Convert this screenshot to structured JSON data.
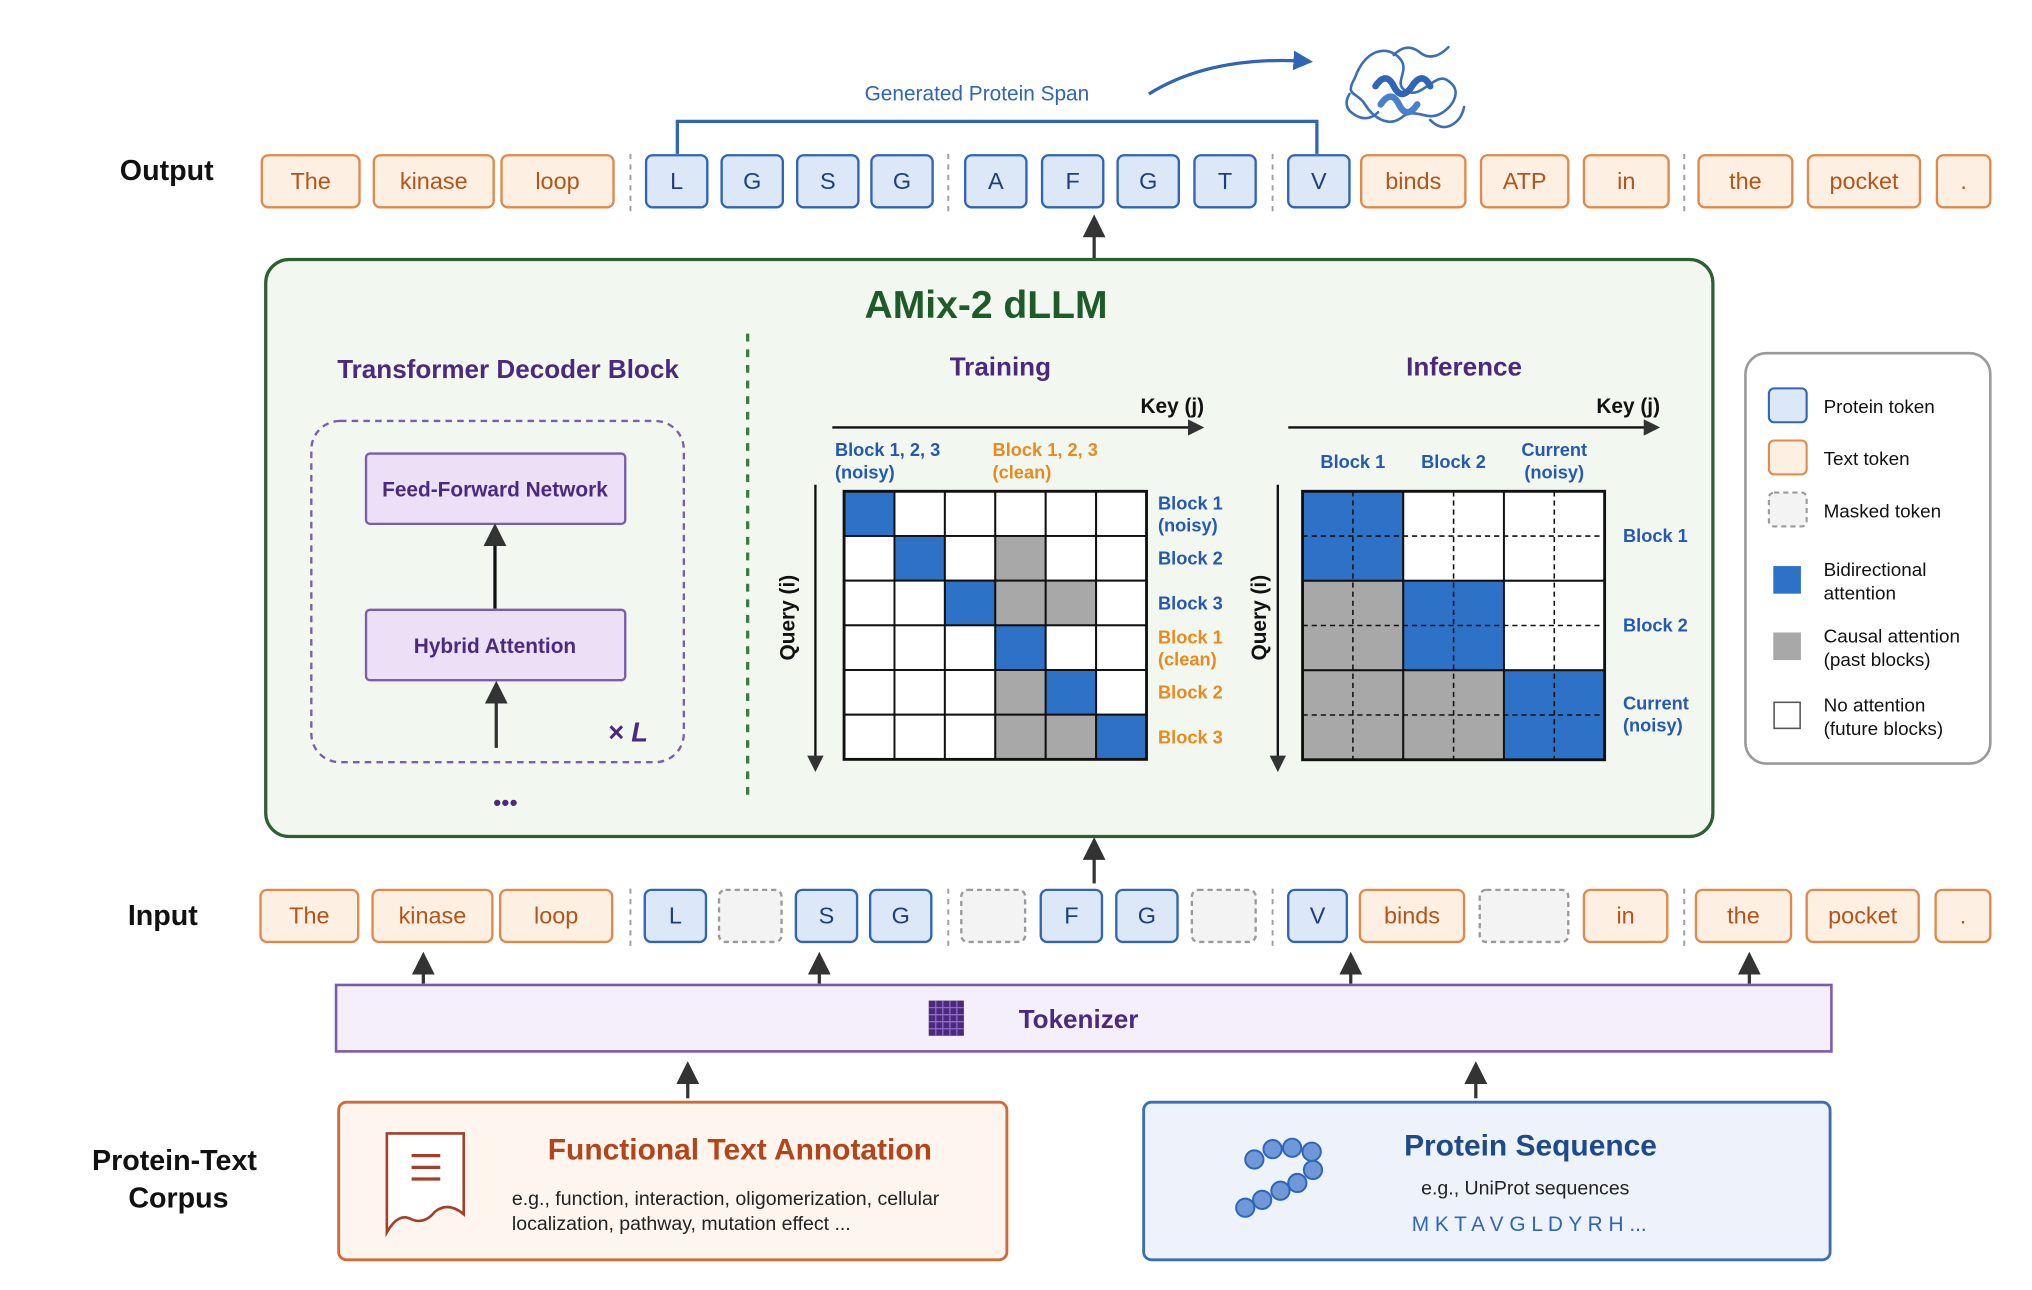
{
  "output_label": "Output",
  "input_label": "Input",
  "corpus_label": [
    "Protein-Text",
    "Corpus"
  ],
  "generated_span_label": "Generated Protein Span",
  "output_tokens": [
    {
      "text": "The",
      "kind": "text"
    },
    {
      "text": "kinase",
      "kind": "text"
    },
    {
      "text": "loop",
      "kind": "text"
    },
    {
      "text": "L",
      "kind": "protein"
    },
    {
      "text": "G",
      "kind": "protein"
    },
    {
      "text": "S",
      "kind": "protein"
    },
    {
      "text": "G",
      "kind": "protein"
    },
    {
      "text": "A",
      "kind": "protein"
    },
    {
      "text": "F",
      "kind": "protein"
    },
    {
      "text": "G",
      "kind": "protein"
    },
    {
      "text": "T",
      "kind": "protein"
    },
    {
      "text": "V",
      "kind": "protein"
    },
    {
      "text": "binds",
      "kind": "text"
    },
    {
      "text": "ATP",
      "kind": "text"
    },
    {
      "text": "in",
      "kind": "text"
    },
    {
      "text": "the",
      "kind": "text"
    },
    {
      "text": "pocket",
      "kind": "text"
    },
    {
      "text": ".",
      "kind": "text"
    }
  ],
  "input_tokens": [
    {
      "text": "The",
      "kind": "text"
    },
    {
      "text": "kinase",
      "kind": "text"
    },
    {
      "text": "loop",
      "kind": "text"
    },
    {
      "text": "L",
      "kind": "protein"
    },
    {
      "text": "",
      "kind": "masked"
    },
    {
      "text": "S",
      "kind": "protein"
    },
    {
      "text": "G",
      "kind": "protein"
    },
    {
      "text": "",
      "kind": "masked"
    },
    {
      "text": "F",
      "kind": "protein"
    },
    {
      "text": "G",
      "kind": "protein"
    },
    {
      "text": "",
      "kind": "masked"
    },
    {
      "text": "V",
      "kind": "protein"
    },
    {
      "text": "binds",
      "kind": "text"
    },
    {
      "text": "",
      "kind": "masked"
    },
    {
      "text": "in",
      "kind": "text"
    },
    {
      "text": "the",
      "kind": "text"
    },
    {
      "text": "pocket",
      "kind": "text"
    },
    {
      "text": ".",
      "kind": "text"
    }
  ],
  "model": {
    "title": "AMix-2 dLLM",
    "decoder_title": "Transformer Decoder Block",
    "ffn_label": "Feed-Forward Network",
    "attention_label": "Hybrid Attention",
    "repeat_label": "× L",
    "ellipsis": "•••"
  },
  "training": {
    "title": "Training",
    "key_label": "Key (j)",
    "query_label": "Query (i)",
    "col_headers": [
      {
        "lines": [
          "Block 1,  2,  3",
          "(noisy)"
        ],
        "color": "blue"
      },
      {
        "lines": [
          "Block 1,  2,  3",
          "(clean)"
        ],
        "color": "orange"
      }
    ],
    "row_labels": [
      {
        "lines": [
          "Block 1",
          "(noisy)"
        ],
        "color": "blue"
      },
      {
        "lines": [
          "Block 2"
        ],
        "color": "blue"
      },
      {
        "lines": [
          "Block 3"
        ],
        "color": "blue"
      },
      {
        "lines": [
          "Block 1",
          "(clean)"
        ],
        "color": "orange"
      },
      {
        "lines": [
          "Block 2"
        ],
        "color": "orange"
      },
      {
        "lines": [
          "Block 3"
        ],
        "color": "orange"
      }
    ],
    "matrix": [
      [
        "B",
        "N",
        "N",
        "N",
        "N",
        "N"
      ],
      [
        "N",
        "B",
        "N",
        "C",
        "N",
        "N"
      ],
      [
        "N",
        "N",
        "B",
        "C",
        "C",
        "N"
      ],
      [
        "N",
        "N",
        "N",
        "B",
        "N",
        "N"
      ],
      [
        "N",
        "N",
        "N",
        "C",
        "B",
        "N"
      ],
      [
        "N",
        "N",
        "N",
        "C",
        "C",
        "B"
      ]
    ]
  },
  "inference": {
    "title": "Inference",
    "key_label": "Key (j)",
    "query_label": "Query (i)",
    "col_headers": [
      {
        "lines": [
          "Block 1"
        ]
      },
      {
        "lines": [
          "Block 2"
        ]
      },
      {
        "lines": [
          "Current",
          "(noisy)"
        ]
      }
    ],
    "row_labels": [
      {
        "lines": [
          "Block 1"
        ]
      },
      {
        "lines": [
          "Block 2"
        ]
      },
      {
        "lines": [
          "Current",
          "(noisy)"
        ]
      }
    ],
    "matrix": [
      [
        "B",
        "N",
        "N"
      ],
      [
        "C",
        "B",
        "N"
      ],
      [
        "C",
        "C",
        "B"
      ]
    ]
  },
  "legend": [
    {
      "kind": "protein",
      "lines": [
        "Protein token"
      ]
    },
    {
      "kind": "text",
      "lines": [
        "Text token"
      ]
    },
    {
      "kind": "masked",
      "lines": [
        "Masked token"
      ]
    },
    {
      "kind": "bidirectional",
      "lines": [
        "Bidirectional",
        "attention"
      ]
    },
    {
      "kind": "causal",
      "lines": [
        "Causal attention",
        "(past blocks)"
      ]
    },
    {
      "kind": "none",
      "lines": [
        "No attention",
        "(future blocks)"
      ]
    }
  ],
  "tokenizer_label": "Tokenizer",
  "text_annotation": {
    "title": "Functional Text Annotation",
    "desc": [
      "e.g., function, interaction, oligomerization, cellular",
      "localization, pathway, mutation effect ..."
    ]
  },
  "protein_sequence": {
    "title": "Protein Sequence",
    "desc": "e.g., UniProt sequences",
    "sequence": "M K T A V G L D Y R H ..."
  },
  "colors": {
    "protein_fill": "#dce8f8",
    "protein_stroke": "#2f64b6",
    "protein_text": "#1f3f7a",
    "text_fill": "#fdf0e3",
    "text_stroke": "#e0894a",
    "text_text": "#b4541a",
    "masked_fill": "#f3f3f3",
    "masked_stroke": "#9a9a9a",
    "bidirectional": "#2e72c8",
    "causal": "#a8a8a8",
    "purple": "#4b2a7d",
    "green": "#1f5b2a",
    "blue_label": "#2559b0",
    "orange_label": "#e88a1d"
  }
}
